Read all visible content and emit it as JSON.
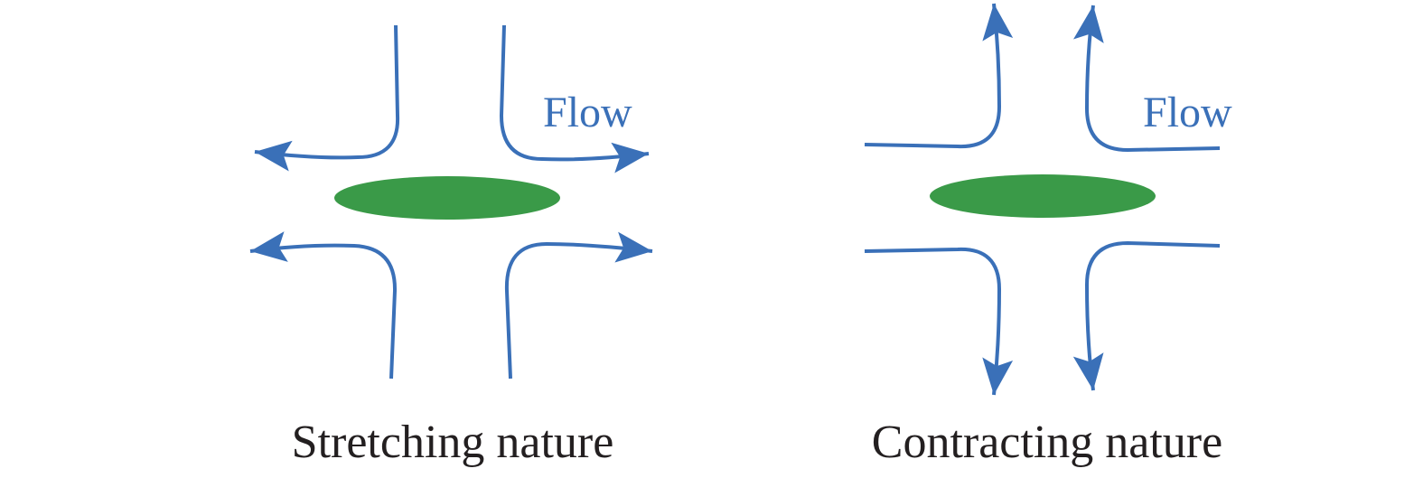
{
  "colors": {
    "flow": "#3a70b8",
    "particle": "#3a9a48",
    "text": "#231f20",
    "background": "#ffffff"
  },
  "panels": [
    {
      "name": "stretching",
      "flow_label": "Flow",
      "caption": "Stretching nature",
      "flow_direction": "outward-horizontal"
    },
    {
      "name": "contracting",
      "flow_label": "Flow",
      "caption": "Contracting nature",
      "flow_direction": "outward-vertical"
    }
  ]
}
